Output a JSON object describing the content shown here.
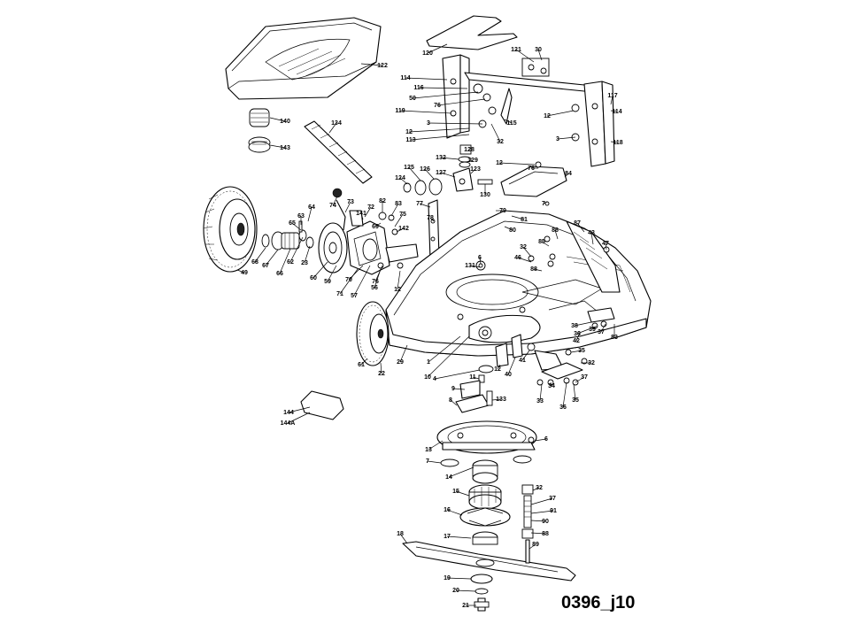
{
  "diagram": {
    "doc_code": "0396_j10",
    "labels": [
      "122",
      "140",
      "143",
      "134",
      "120",
      "121",
      "30",
      "114",
      "116",
      "50",
      "76",
      "119",
      "3",
      "12",
      "113",
      "115",
      "32",
      "117",
      "114",
      "12",
      "3",
      "118",
      "128",
      "132",
      "129",
      "125",
      "126",
      "127",
      "123",
      "124",
      "130",
      "12",
      "76",
      "84",
      "74",
      "73",
      "72",
      "82",
      "83",
      "75",
      "77",
      "78",
      "79",
      "81",
      "80",
      "64",
      "141",
      "142",
      "63",
      "65",
      "7",
      "87",
      "86",
      "85",
      "43",
      "47",
      "32",
      "46",
      "88",
      "6",
      "131",
      "68",
      "67",
      "66",
      "62",
      "23",
      "60",
      "59",
      "70",
      "71",
      "57",
      "56",
      "76",
      "12",
      "49",
      "69",
      "61",
      "22",
      "29",
      "1",
      "10",
      "4",
      "11",
      "12",
      "40",
      "41",
      "42",
      "38",
      "36",
      "39",
      "37",
      "83",
      "35",
      "32",
      "37",
      "34",
      "36",
      "35",
      "33",
      "9",
      "8",
      "133",
      "144",
      "144A",
      "13",
      "6",
      "7",
      "14",
      "15",
      "16",
      "17",
      "18",
      "19",
      "20",
      "21",
      "32",
      "37",
      "91",
      "90",
      "88",
      "89"
    ]
  }
}
